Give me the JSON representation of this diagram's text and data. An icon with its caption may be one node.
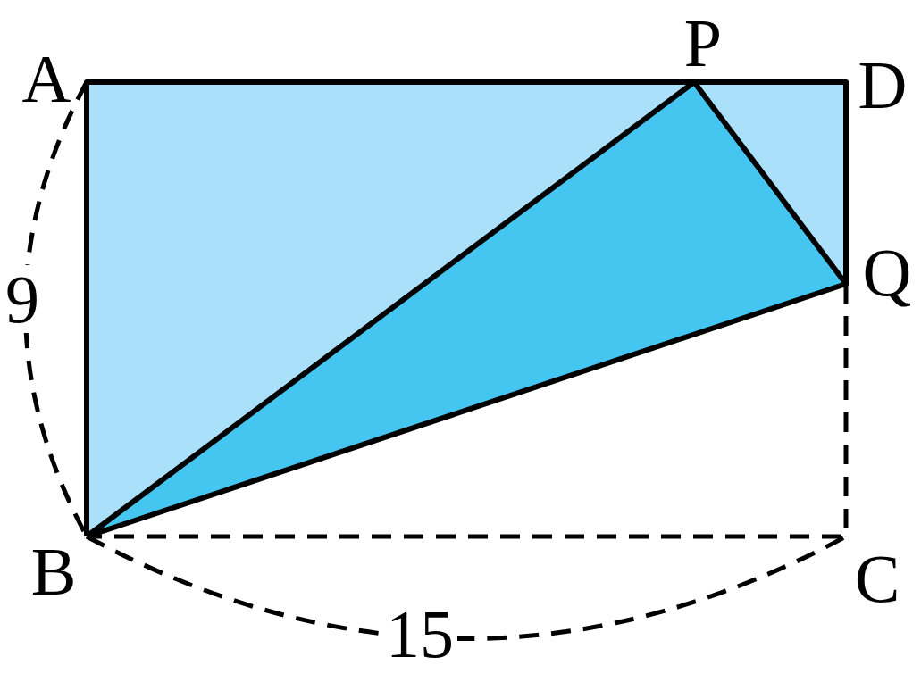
{
  "diagram": {
    "labels": [
      "A",
      "P",
      "D",
      "9",
      "Q",
      "B",
      "C",
      "15"
    ]
  }
}
